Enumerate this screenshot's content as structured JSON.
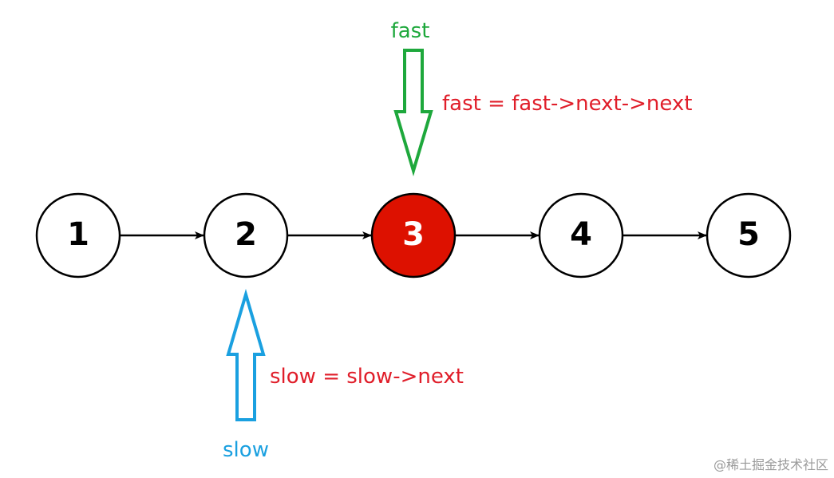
{
  "colors": {
    "node_stroke": "#000000",
    "node_fill": "#ffffff",
    "highlight_fill": "#dd1100",
    "highlight_text": "#ffffff",
    "edge": "#000000",
    "fast": "#1ea83c",
    "slow": "#1aa0e0",
    "code": "#e01e2a",
    "watermark": "#9a9a9a"
  },
  "nodes": [
    {
      "label": "1",
      "highlighted": false
    },
    {
      "label": "2",
      "highlighted": false
    },
    {
      "label": "3",
      "highlighted": true
    },
    {
      "label": "4",
      "highlighted": false
    },
    {
      "label": "5",
      "highlighted": false
    }
  ],
  "fast_pointer": {
    "label": "fast",
    "code": "fast = fast->next->next",
    "target_node_index": 2
  },
  "slow_pointer": {
    "label": "slow",
    "code": "slow = slow->next",
    "target_node_index": 1
  },
  "watermark": "@稀土掘金技术社区"
}
